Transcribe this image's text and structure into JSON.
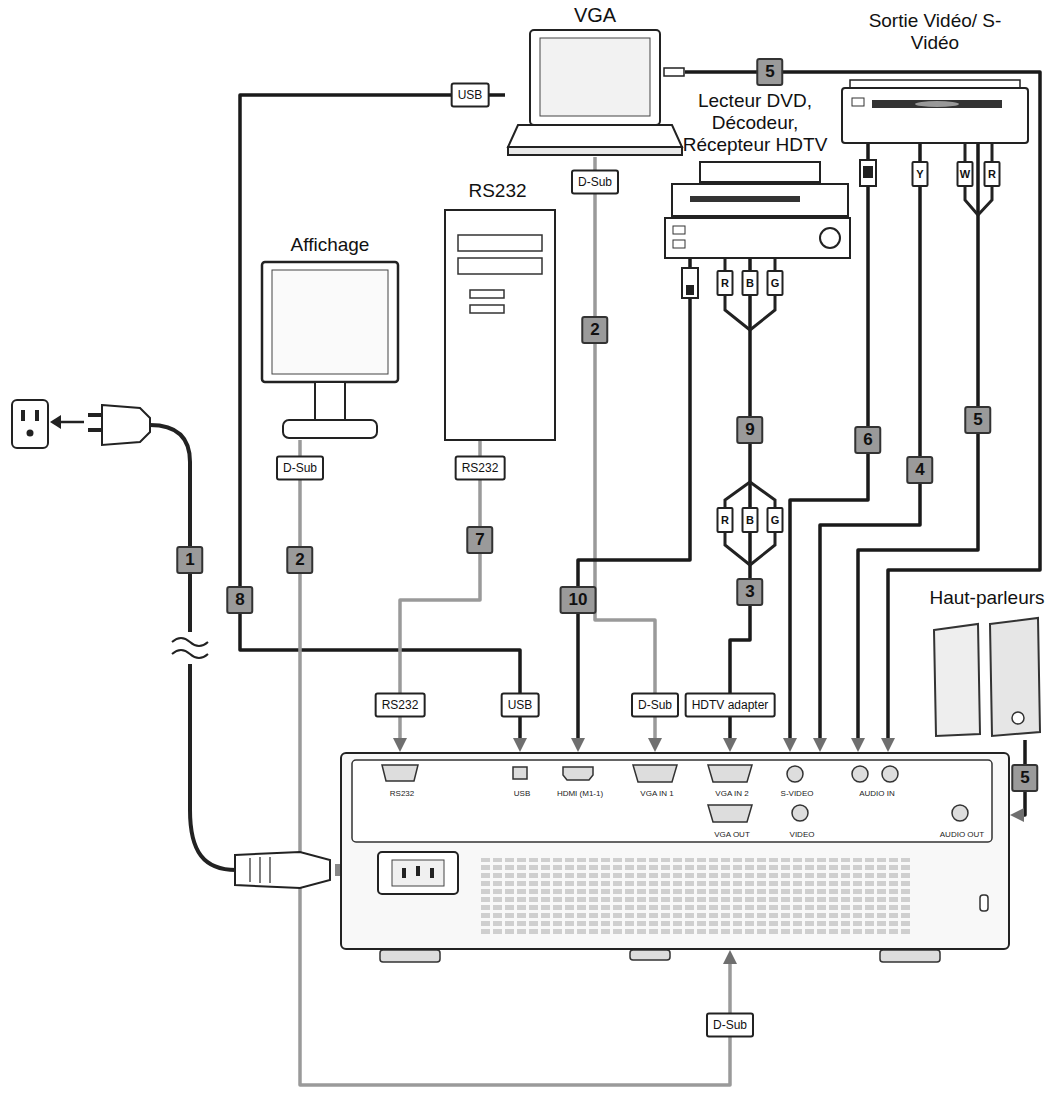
{
  "diagram": {
    "nodes": [
      {
        "text": [
          "VGA"
        ]
      },
      {
        "text": [
          "Sortie Vidéo/ S-Vidéo"
        ]
      },
      {
        "text": [
          "Lecteur DVD, Décodeur, Récepteur HDTV"
        ]
      },
      {
        "text": [
          "RS232"
        ]
      },
      {
        "text": [
          "Affichage"
        ]
      },
      {
        "text": [
          "Haut-parleurs"
        ]
      },
      {
        "text": [
          "RS232",
          "USB",
          "HDMI (M1-1)",
          "VGA IN 1",
          "VGA IN 2",
          "S-VIDEO",
          "AUDIO IN",
          "VGA OUT",
          "VIDEO",
          "AUDIO OUT"
        ]
      }
    ],
    "edges": [
      {
        "from": 0,
        "to": 6,
        "arrow": "to",
        "label": "8"
      },
      {
        "from": 0,
        "to": 6,
        "arrow": "to",
        "label": "2"
      },
      {
        "from": 0,
        "to": 6,
        "arrow": "to",
        "label": "5"
      },
      {
        "from": 1,
        "to": 6,
        "arrow": "to",
        "label": "6"
      },
      {
        "from": 1,
        "to": 6,
        "arrow": "to",
        "label": "4"
      },
      {
        "from": 1,
        "to": 6,
        "arrow": "to",
        "label": "5"
      },
      {
        "from": 2,
        "to": 6,
        "arrow": "to",
        "label": "10"
      },
      {
        "from": 2,
        "to": 6,
        "arrow": "to",
        "label": "9"
      },
      {
        "from": 3,
        "to": 6,
        "arrow": "to",
        "label": "7"
      },
      {
        "from": 4,
        "to": 6,
        "arrow": "to",
        "label": "2"
      },
      {
        "from": 5,
        "to": 6,
        "arrow": "to",
        "label": "5"
      }
    ],
    "labels": [
      "USB",
      "Y",
      "W",
      "R",
      "D-Sub",
      "R",
      "B",
      "G",
      "D-Sub",
      "RS232",
      "R",
      "B",
      "G",
      "1",
      "3",
      "RS232",
      "USB",
      "D-Sub",
      "HDTV adapter",
      "D-Sub"
    ]
  }
}
